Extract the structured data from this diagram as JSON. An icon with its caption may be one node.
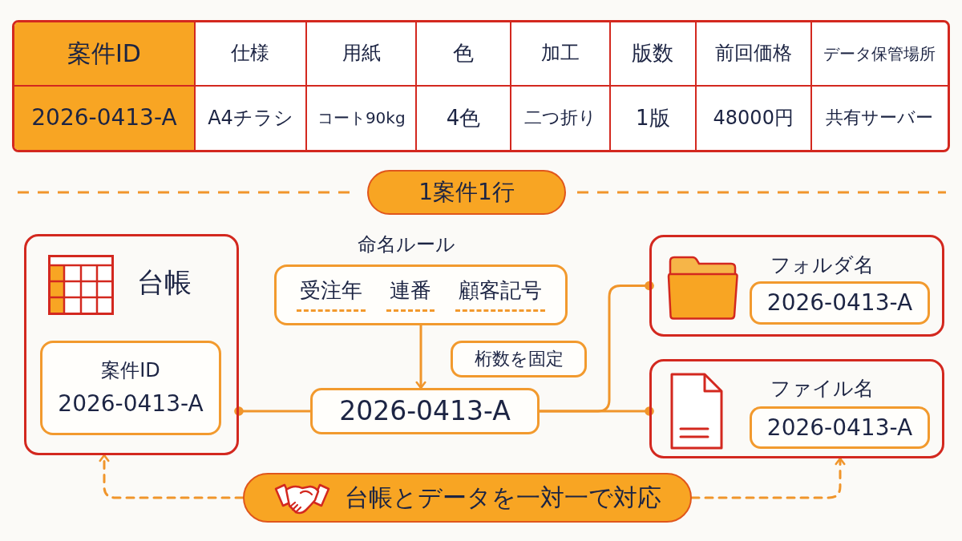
{
  "diagram": {
    "nodes": [
      {
        "text": [
          "1案件1行"
        ]
      },
      {
        "text": [
          "台帳"
        ]
      },
      {
        "text": [
          "案件ID",
          "2026-0413-A"
        ],
        "in": 1
      },
      {
        "text": [
          "命名ルール",
          "受注年",
          "連番",
          "顧客記号"
        ]
      },
      {
        "text": [
          "桁数を固定"
        ]
      },
      {
        "text": [
          "2026-0413-A"
        ]
      },
      {
        "text": [
          "フォルダ名"
        ]
      },
      {
        "text": [
          "2026-0413-A"
        ],
        "in": 6
      },
      {
        "text": [
          "ファイル名"
        ]
      },
      {
        "text": [
          "2026-0413-A"
        ],
        "in": 8
      },
      {
        "text": [
          "台帳とデータを一対一で対応"
        ]
      }
    ],
    "edges": [
      {
        "from": 3,
        "to": 5,
        "arrow": "to"
      },
      {
        "from": 5,
        "to": 1,
        "arrow": "other"
      },
      {
        "from": 5,
        "to": 6,
        "arrow": "other"
      },
      {
        "from": 5,
        "to": 8,
        "arrow": "other"
      },
      {
        "from": 10,
        "to": 1,
        "arrow": "to",
        "style": "dashed"
      },
      {
        "from": 10,
        "to": 8,
        "arrow": "to",
        "style": "dashed"
      }
    ],
    "labels": [
      "案件ID",
      "仕様",
      "用紙",
      "色",
      "加工",
      "版数",
      "前回価格",
      "データ保管場所",
      "2026-0413-A",
      "A4チラシ",
      "コート90kg",
      "4色",
      "二つ折り",
      "1版",
      "48000円",
      "共有サーバー"
    ]
  }
}
